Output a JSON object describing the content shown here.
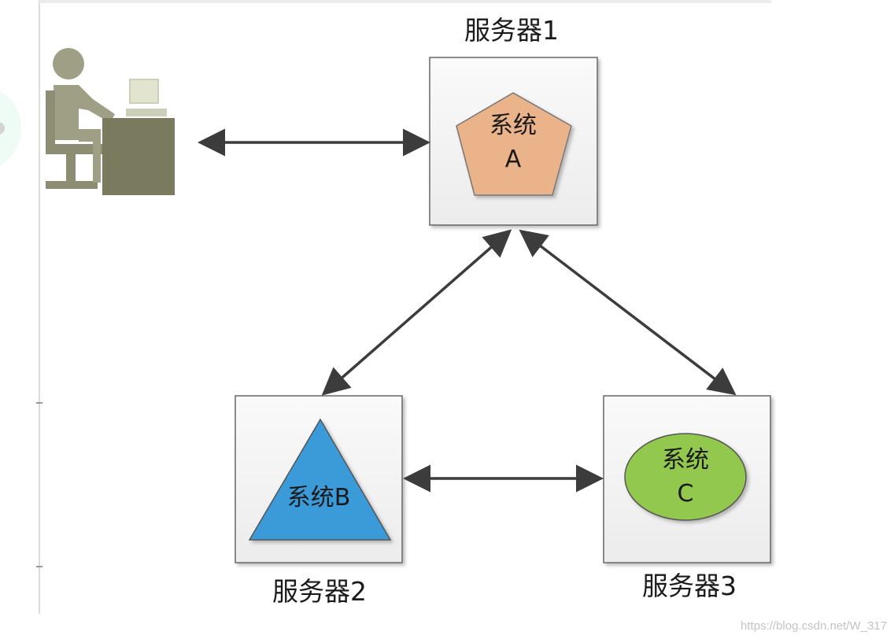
{
  "servers": [
    {
      "id": "server1",
      "label": "服务器1",
      "system": {
        "shape": "pentagon",
        "line1": "系统",
        "line2": "A",
        "fill": "#EBB38A"
      }
    },
    {
      "id": "server2",
      "label": "服务器2",
      "system": {
        "shape": "triangle",
        "line1": "系统B",
        "fill": "#3A9AD8"
      }
    },
    {
      "id": "server3",
      "label": "服务器3",
      "system": {
        "shape": "ellipse",
        "line1": "系统",
        "line2": "C",
        "fill": "#92C84E"
      }
    }
  ],
  "user": {
    "icon": "user-at-computer-icon",
    "color": "#9E9F84",
    "dark": "#7A7B5E"
  },
  "connections": [
    {
      "from": "user",
      "to": "server1",
      "type": "bidirectional"
    },
    {
      "from": "server1",
      "to": "server2",
      "type": "bidirectional"
    },
    {
      "from": "server1",
      "to": "server3",
      "type": "bidirectional"
    },
    {
      "from": "server2",
      "to": "server3",
      "type": "bidirectional"
    }
  ],
  "watermark": "https://blog.csdn.net/W_317",
  "colors": {
    "arrow": "#3c3c3c",
    "box_border": "#666666",
    "box_fill": "#f3f3f3"
  }
}
